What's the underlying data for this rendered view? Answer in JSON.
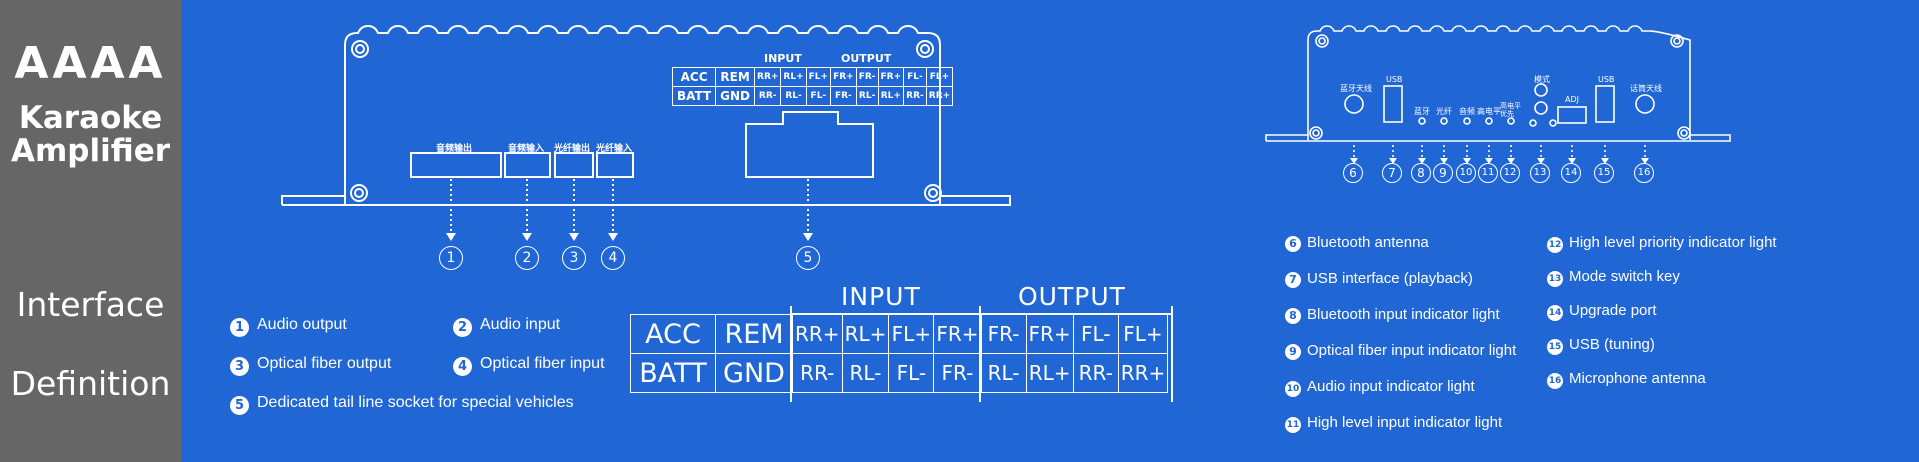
{
  "sidebar": {
    "brand": "AAAA",
    "sub1": "Karaoke",
    "sub2": "Amplifier",
    "interface": "Interface",
    "definition": "Definition"
  },
  "colors": {
    "background": "#2066d4",
    "sidebar": "#666666",
    "line": "#ffffff"
  },
  "left_panel": {
    "port_labels": [
      "音频输出",
      "音频输入",
      "光纤输出",
      "光纤输入"
    ],
    "small_table": {
      "input_header": "INPUT",
      "output_header": "OUTPUT",
      "rows": [
        [
          "ACC",
          "REM",
          "RR+",
          "RL+",
          "FL+",
          "FR+",
          "FR-",
          "FR+",
          "FL-",
          "FL+"
        ],
        [
          "BATT",
          "GND",
          "RR-",
          "RL-",
          "FL-",
          "FR-",
          "RL-",
          "RL+",
          "RR-",
          "RR+"
        ]
      ]
    },
    "callout_numbers": [
      "1",
      "2",
      "3",
      "4",
      "5"
    ],
    "legend": [
      {
        "num": "1",
        "text": "Audio output"
      },
      {
        "num": "2",
        "text": "Audio input"
      },
      {
        "num": "3",
        "text": "Optical fiber output"
      },
      {
        "num": "4",
        "text": "Optical fiber input"
      },
      {
        "num": "5",
        "text": "Dedicated tail line socket for special vehicles"
      }
    ]
  },
  "big_table": {
    "input_header": "INPUT",
    "output_header": "OUTPUT",
    "rows": [
      [
        "ACC",
        "REM",
        "RR+",
        "RL+",
        "FL+",
        "FR+",
        "FR-",
        "FR+",
        "FL-",
        "FL+"
      ],
      [
        "BATT",
        "GND",
        "RR-",
        "RL-",
        "FL-",
        "FR-",
        "RL-",
        "RL+",
        "RR-",
        "RR+"
      ]
    ]
  },
  "right_panel": {
    "labels": [
      "蓝牙天线",
      "USB",
      "蓝牙",
      "光纤",
      "音频",
      "高电平",
      "高电平优先",
      "模式",
      "ADJ",
      "USB",
      "话筒天线"
    ],
    "callout_numbers": [
      "6",
      "7",
      "8",
      "9",
      "10",
      "11",
      "12",
      "13",
      "14",
      "15",
      "16"
    ],
    "legend_left": [
      {
        "num": "6",
        "text": "Bluetooth antenna"
      },
      {
        "num": "7",
        "text": "USB interface (playback)"
      },
      {
        "num": "8",
        "text": "Bluetooth input indicator light"
      },
      {
        "num": "9",
        "text": "Optical fiber input indicator light"
      },
      {
        "num": "10",
        "text": "Audio input indicator light"
      },
      {
        "num": "11",
        "text": "High level input indicator light"
      }
    ],
    "legend_right": [
      {
        "num": "12",
        "text": "High level priority indicator light"
      },
      {
        "num": "13",
        "text": "Mode switch key"
      },
      {
        "num": "14",
        "text": "Upgrade port"
      },
      {
        "num": "15",
        "text": "USB (tuning)"
      },
      {
        "num": "16",
        "text": "Microphone antenna"
      }
    ]
  }
}
